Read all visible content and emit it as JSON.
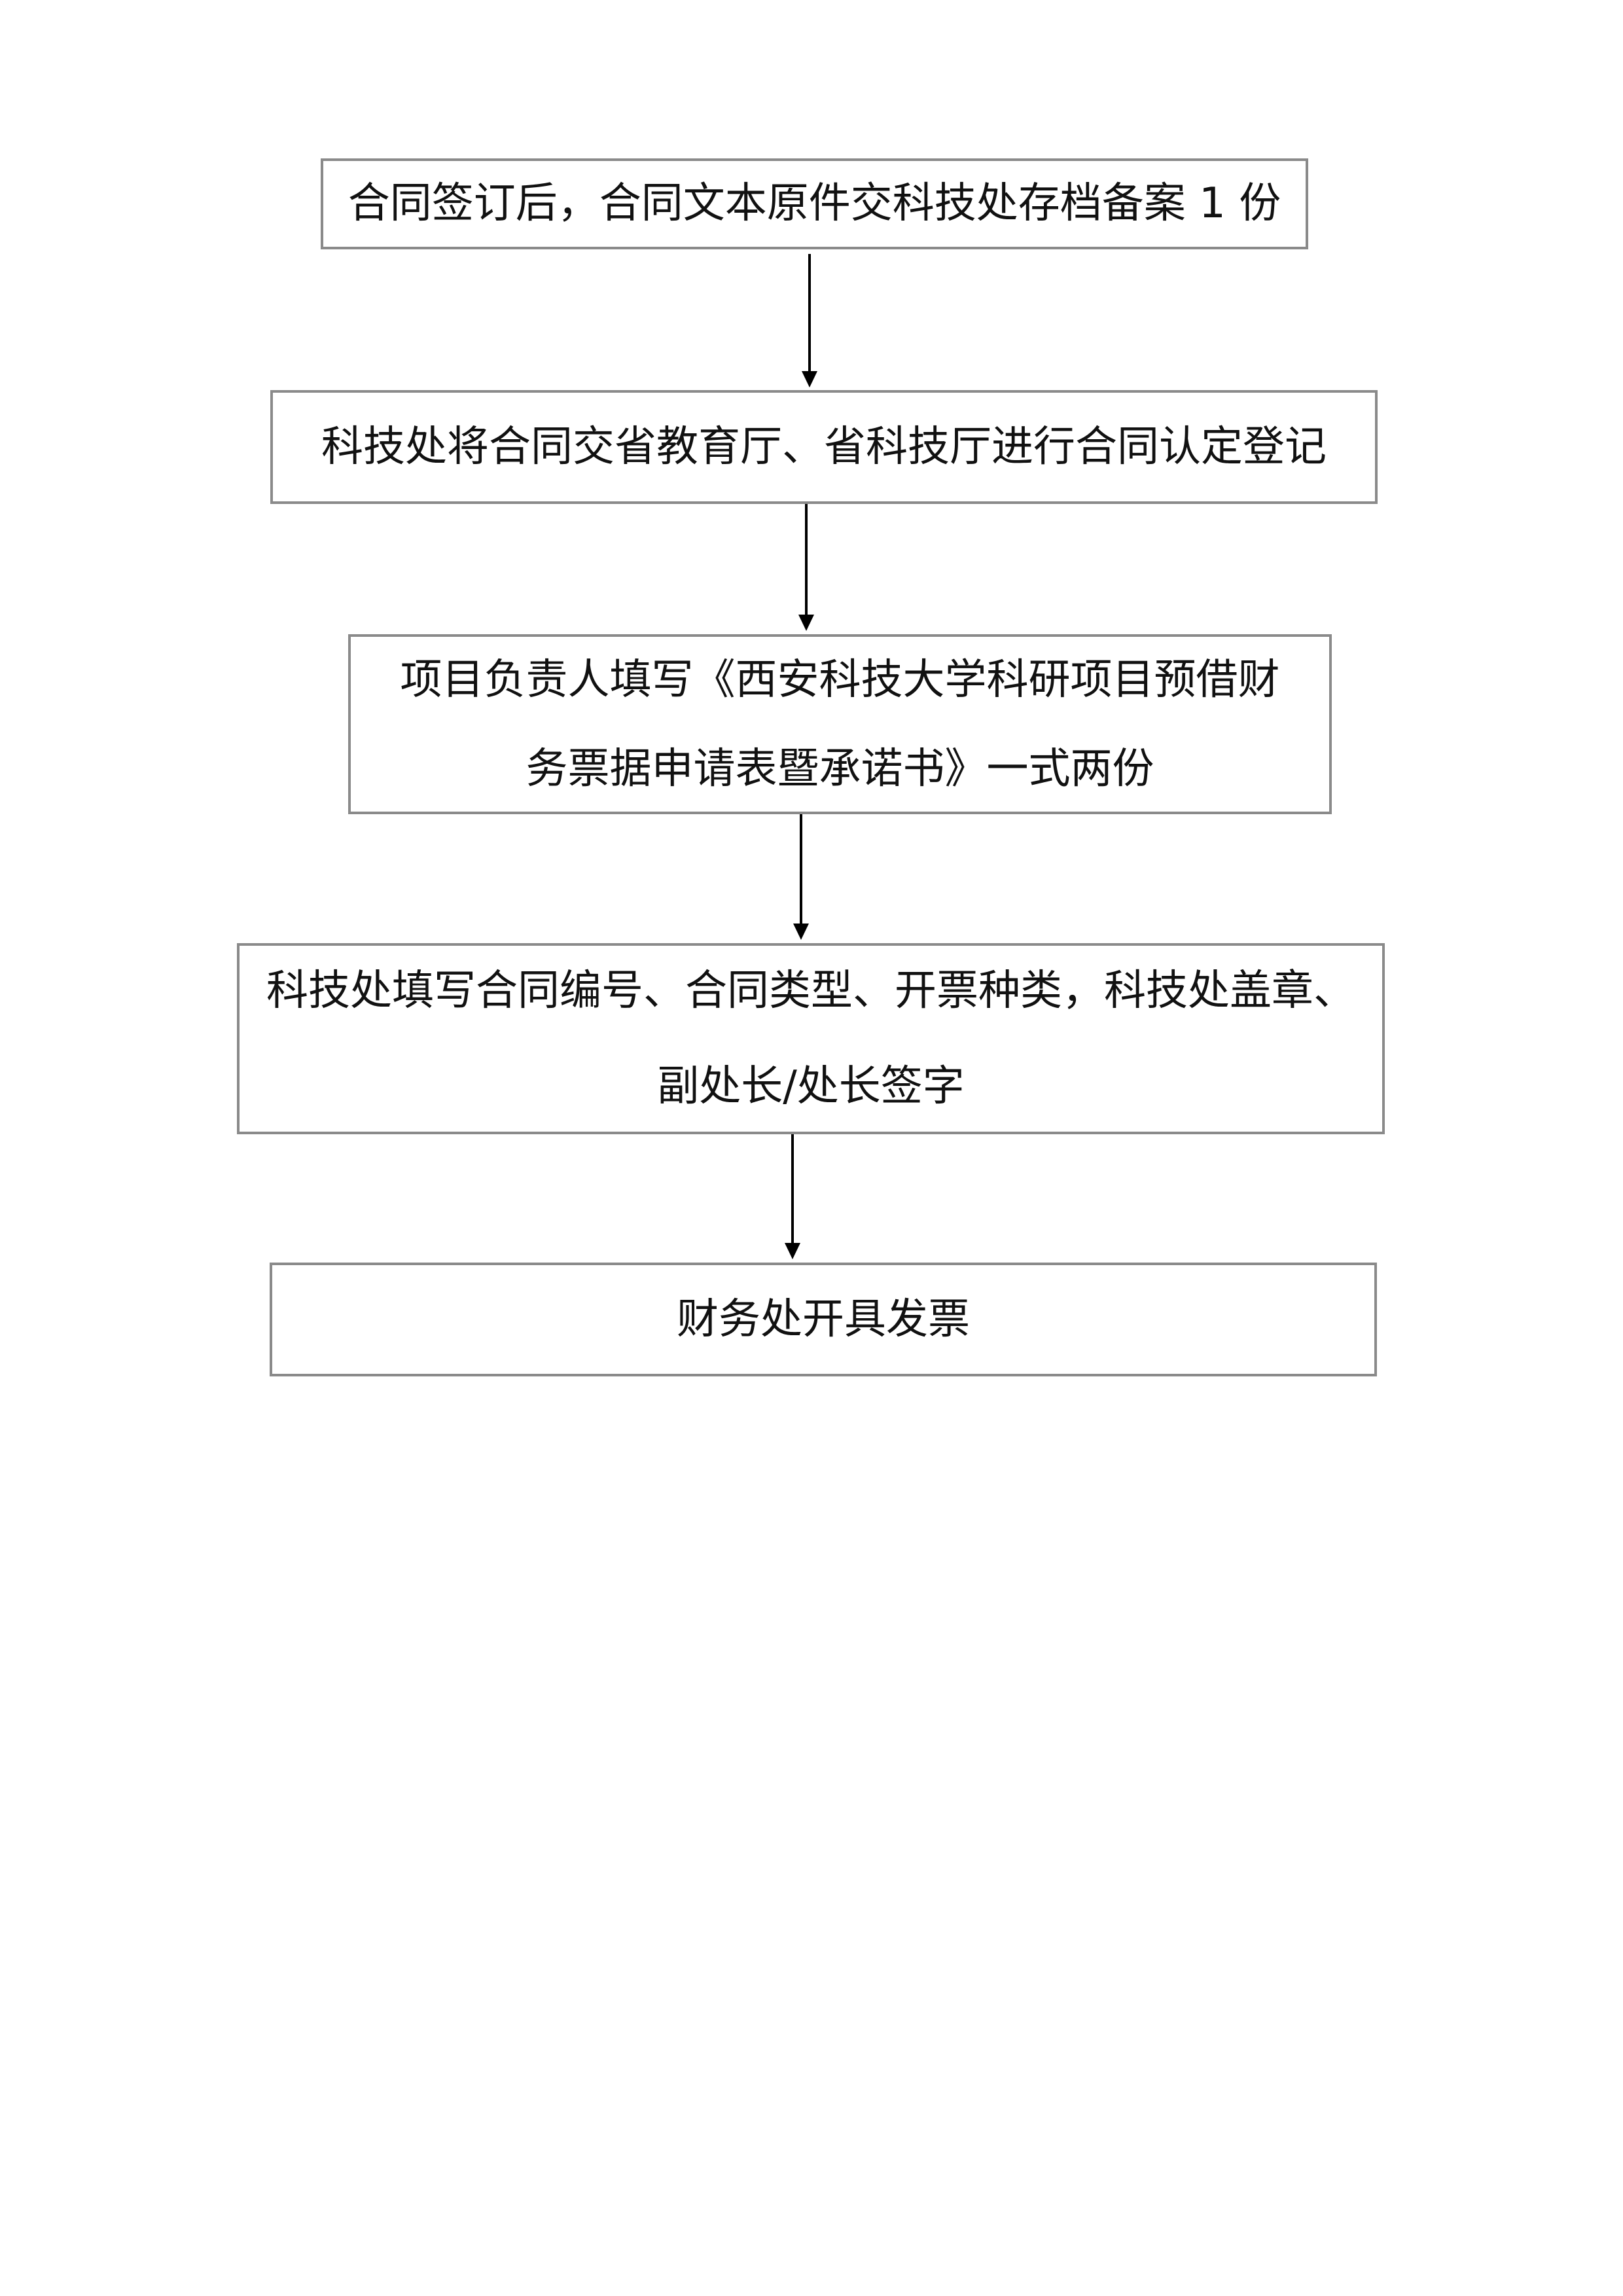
{
  "flow": {
    "steps": [
      {
        "text": "合同签订后，合同文本原件交科技处存档备案 1 份"
      },
      {
        "text": "科技处将合同交省教育厅、省科技厅进行合同认定登记"
      },
      {
        "line1": "项目负责人填写《西安科技大学科研项目预借财",
        "line2": "务票据申请表暨承诺书》一式两份"
      },
      {
        "line1": "科技处填写合同编号、合同类型、开票种类，科技处盖章、",
        "line2": "副处长/处长签字"
      },
      {
        "text": "财务处开具发票"
      }
    ]
  },
  "colors": {
    "box_border": "#8a8a8a",
    "arrow": "#000000",
    "text": "#111111"
  }
}
